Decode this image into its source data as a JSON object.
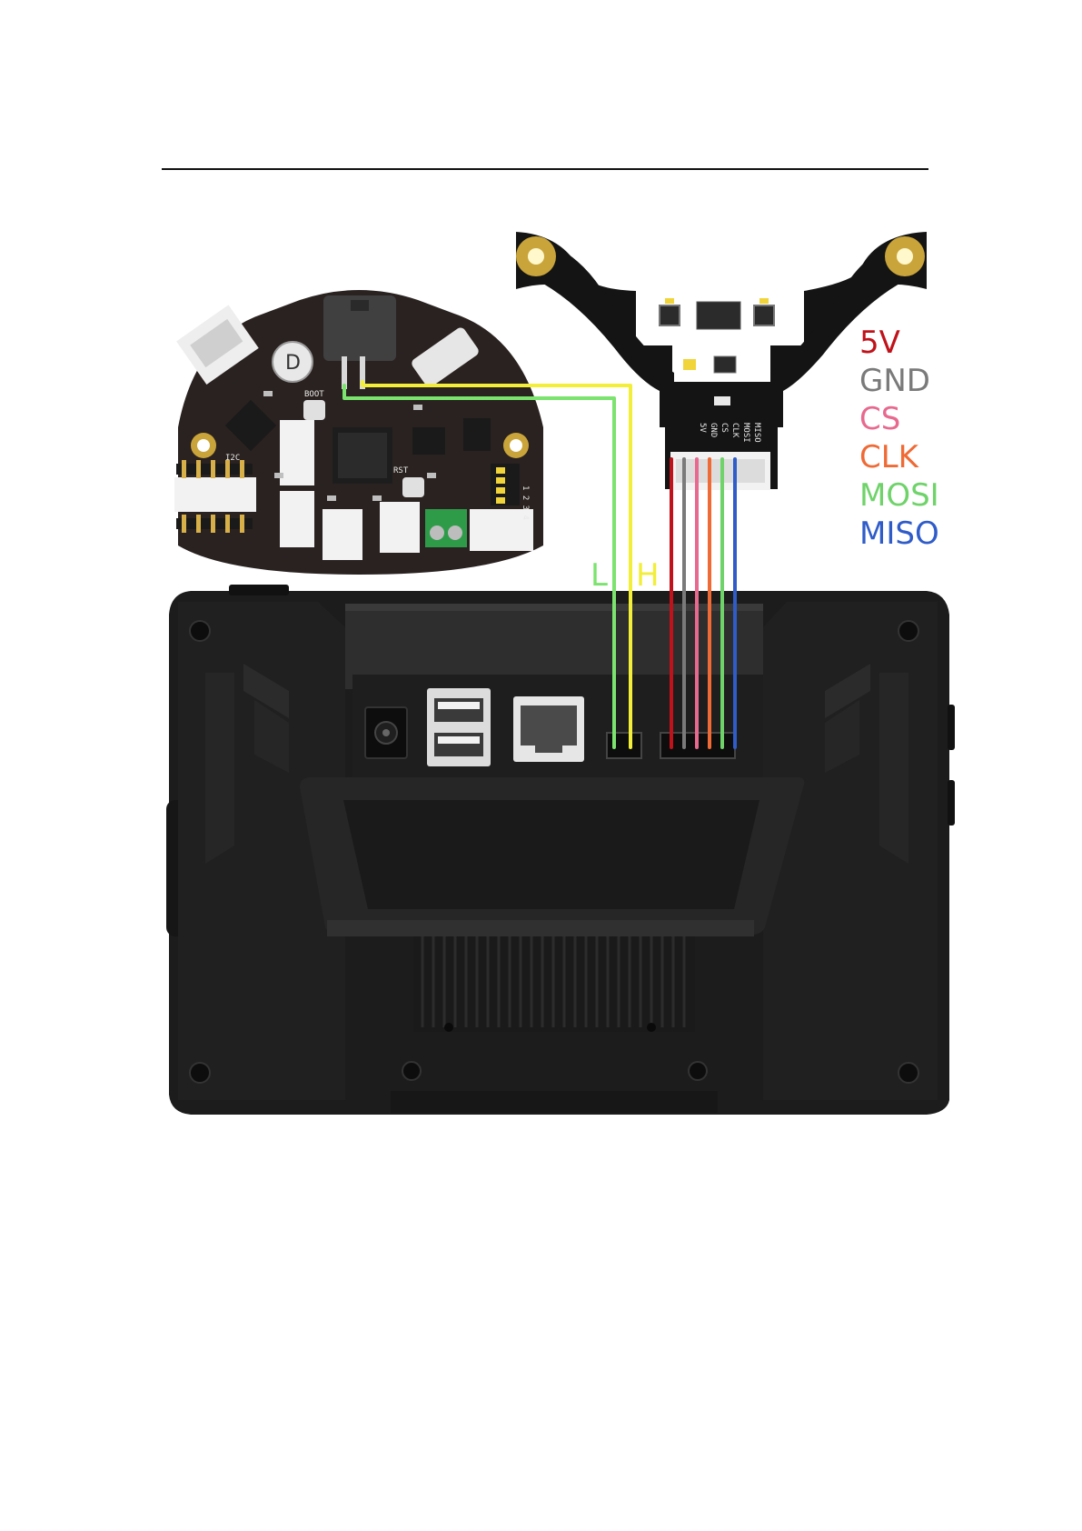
{
  "sensor_pins": [
    {
      "label": "5V",
      "color": "#c0121a"
    },
    {
      "label": "GND",
      "color": "#7a7a7a"
    },
    {
      "label": "CS",
      "color": "#e8698f"
    },
    {
      "label": "CLK",
      "color": "#ef6a35"
    },
    {
      "label": "MOSI",
      "color": "#6fd36a"
    },
    {
      "label": "MISO",
      "color": "#2f5cc9"
    }
  ],
  "wires": {
    "low": {
      "label": "L",
      "color": "#7be36e"
    },
    "high": {
      "label": "H",
      "color": "#f2ee3a"
    }
  },
  "board_silkscreen": {
    "boot": "BOOT",
    "rst": "RST",
    "i2c": "I2C",
    "dip": "1 2 3 4"
  },
  "sensor_silkscreen": [
    "MISO",
    "MOSI",
    "CLK",
    "CS",
    "GND",
    "5V"
  ]
}
